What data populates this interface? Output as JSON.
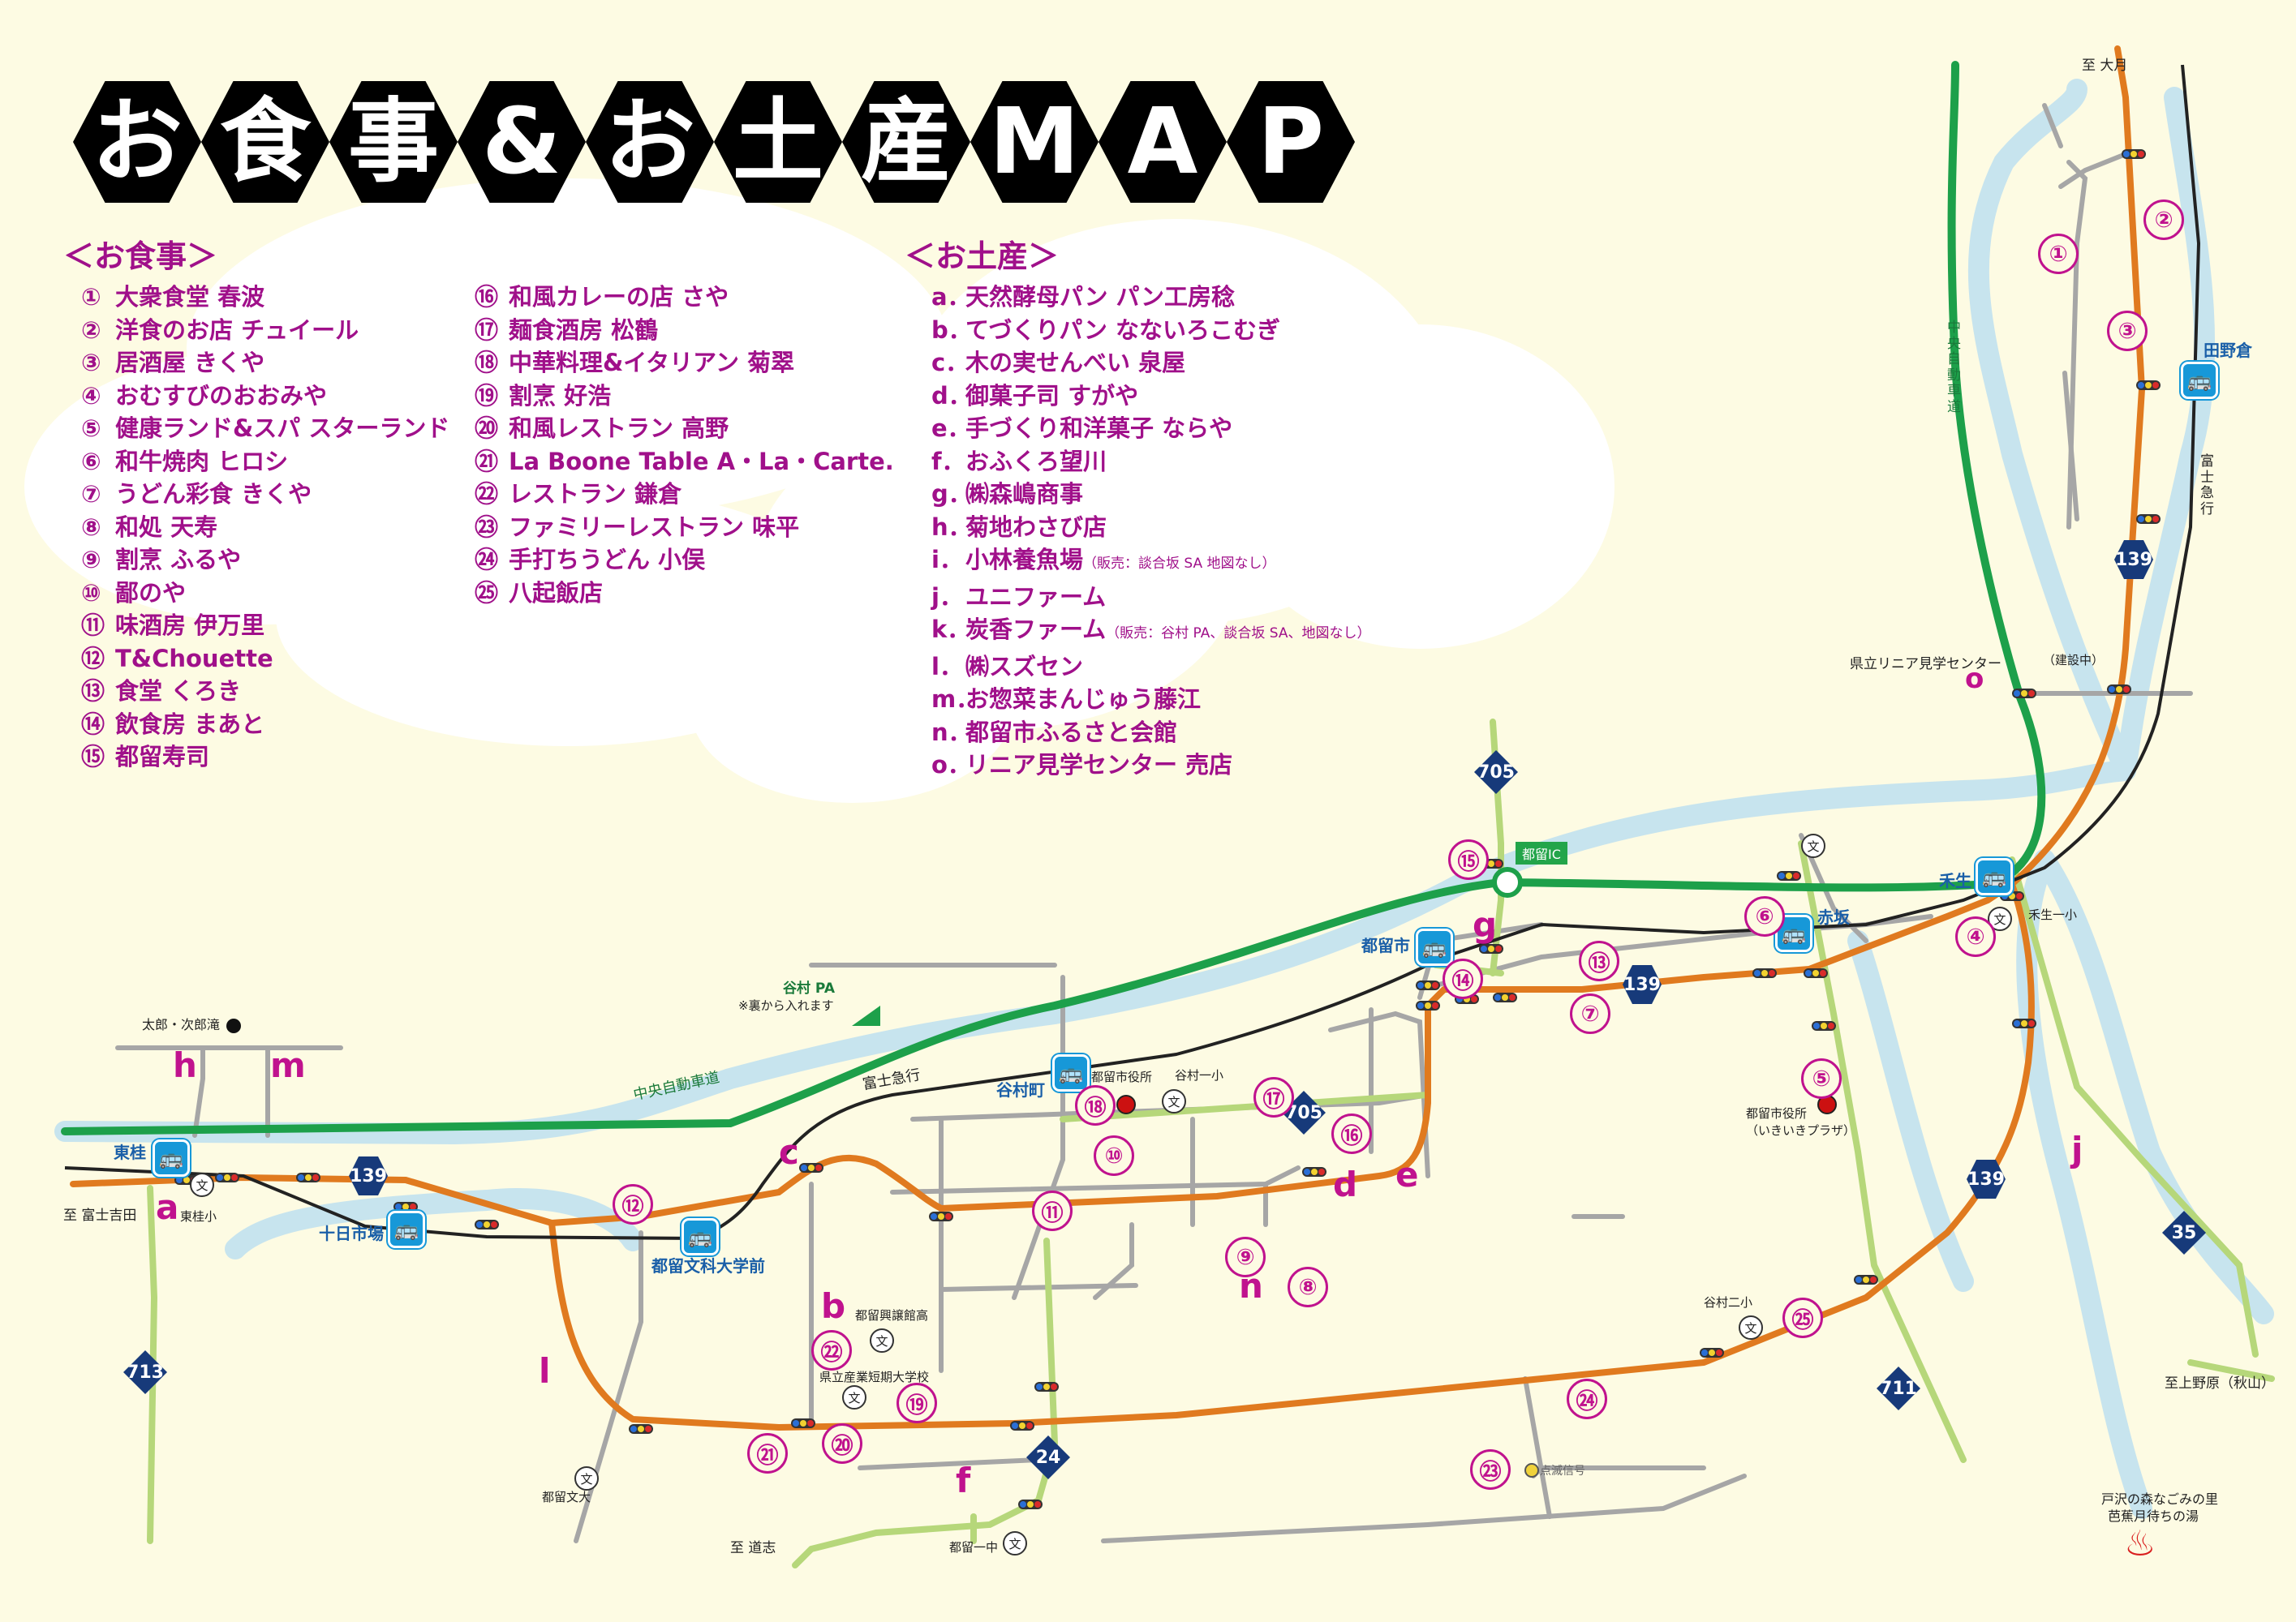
{
  "title_chars": [
    "お",
    "食",
    "事",
    "&",
    "お",
    "土",
    "産",
    "M",
    "A",
    "P"
  ],
  "meal": {
    "header": "＜お食事＞",
    "col1": [
      {
        "n": "①",
        "name": "大衆食堂 春波"
      },
      {
        "n": "②",
        "name": "洋食のお店 チュイール"
      },
      {
        "n": "③",
        "name": "居酒屋 きくや"
      },
      {
        "n": "④",
        "name": "おむすびのおおみや"
      },
      {
        "n": "⑤",
        "name": "健康ランド&スパ スターランド"
      },
      {
        "n": "⑥",
        "name": "和牛焼肉 ヒロシ"
      },
      {
        "n": "⑦",
        "name": "うどん彩食 きくや"
      },
      {
        "n": "⑧",
        "name": "和処 天寿"
      },
      {
        "n": "⑨",
        "name": "割烹 ふるや"
      },
      {
        "n": "⑩",
        "name": "鄙のや"
      },
      {
        "n": "⑪",
        "name": "味酒房 伊万里"
      },
      {
        "n": "⑫",
        "name": "T&Chouette"
      },
      {
        "n": "⑬",
        "name": "食堂 くろき"
      },
      {
        "n": "⑭",
        "name": "飲食房 まあと"
      },
      {
        "n": "⑮",
        "name": "都留寿司"
      }
    ],
    "col2": [
      {
        "n": "⑯",
        "name": "和風カレーの店 さや"
      },
      {
        "n": "⑰",
        "name": "麺食酒房 松鶴"
      },
      {
        "n": "⑱",
        "name": "中華料理&イタリアン 菊翠"
      },
      {
        "n": "⑲",
        "name": "割烹 好浩"
      },
      {
        "n": "⑳",
        "name": "和風レストラン 高野"
      },
      {
        "n": "㉑",
        "name": "La Boone Table A・La・Carte."
      },
      {
        "n": "㉒",
        "name": "レストラン 鎌倉"
      },
      {
        "n": "㉓",
        "name": "ファミリーレストラン 味平"
      },
      {
        "n": "㉔",
        "name": "手打ちうどん 小俣"
      },
      {
        "n": "㉕",
        "name": "八起飯店"
      }
    ]
  },
  "souvenir": {
    "header": "＜お土産＞",
    "items": [
      {
        "n": "a．",
        "name": "天然酵母パン パン工房稔",
        "note": ""
      },
      {
        "n": "b．",
        "name": "てづくりパン なないろこむぎ",
        "note": ""
      },
      {
        "n": "c．",
        "name": "木の実せんべい 泉屋",
        "note": ""
      },
      {
        "n": "d．",
        "name": "御菓子司 すがや",
        "note": ""
      },
      {
        "n": "e．",
        "name": "手づくり和洋菓子 ならや",
        "note": ""
      },
      {
        "n": "f．",
        "name": "おふくろ望川",
        "note": ""
      },
      {
        "n": "g．",
        "name": "㈱森嶋商事",
        "note": ""
      },
      {
        "n": "h．",
        "name": "菊地わさび店",
        "note": ""
      },
      {
        "n": "i．",
        "name": "小林養魚場",
        "note": "（販売：談合坂 SA  地図なし）"
      },
      {
        "n": "j．",
        "name": "ユニファーム",
        "note": ""
      },
      {
        "n": "k．",
        "name": "炭香ファーム",
        "note": "（販売：谷村 PA、談合坂 SA、地図なし）"
      },
      {
        "n": "l．",
        "name": "㈱スズセン",
        "note": ""
      },
      {
        "n": "m．",
        "name": "お惣菜まんじゅう藤江",
        "note": ""
      },
      {
        "n": "n．",
        "name": "都留市ふるさと会館",
        "note": ""
      },
      {
        "n": "o．",
        "name": "リニア見学センター 売店",
        "note": ""
      }
    ]
  },
  "stations": [
    "東桂",
    "十日市場",
    "都留文科大学前",
    "谷村町",
    "都留市",
    "赤坂",
    "禾生",
    "田野倉"
  ],
  "map_labels": {
    "to_otsuki": "至 大月",
    "to_fujiyoshida": "至 富士吉田",
    "to_michishi": "至 道志",
    "to_uenohara": "至上野原（秋山）",
    "chuo_expressway_v": "中央自動車道",
    "chuo_expressway_h": "中央自動車道",
    "fujikyu_v": "富士急行",
    "fujikyu_h": "富士急行",
    "tsuru_ic": "都留IC",
    "yamura_pa": "谷村 PA",
    "yamura_pa_note": "※裏から入れます",
    "taro_jiro": "太郎・次郎滝",
    "linear_center": "県立リニア見学センター",
    "under_construction": "（建設中）",
    "city_hall": "都留市役所",
    "city_hall_annex": "都留市役所",
    "city_hall_annex_sub": "（いきいきプラザ）",
    "kokuritsu_school": "都留興譲館高",
    "sangyo_college": "県立産業短期大学校",
    "tsuru_bunkadai": "都留文大",
    "yamura_1sho": "谷村一小",
    "yamura_2sho": "谷村二小",
    "tsuru_1chu": "都留一中",
    "kase_1sho": "禾生一小",
    "higashikatsura_sho": "東桂小",
    "blinking_signal": "点滅信号",
    "onsen_line1": "戸沢の森なごみの里",
    "onsen_line2": "芭蕉月待ちの湯",
    "route_139": "139",
    "route_705": "705",
    "route_713": "713",
    "route_24": "24",
    "route_711": "711",
    "route_35": "35",
    "school_mark": "文",
    "onsen_mark": "♨",
    "bus_mark": "🚌",
    "o_mark": "o"
  },
  "map_markers": {
    "nums": [
      "①",
      "②",
      "③",
      "④",
      "⑤",
      "⑥",
      "⑦",
      "⑧",
      "⑨",
      "⑩",
      "⑪",
      "⑫",
      "⑬",
      "⑭",
      "⑮",
      "⑯",
      "⑰",
      "⑱",
      "⑲",
      "⑳",
      "㉑",
      "㉒",
      "㉓",
      "㉔",
      "㉕"
    ],
    "letters": [
      "a",
      "b",
      "c",
      "d",
      "e",
      "f",
      "g",
      "h",
      "j",
      "l",
      "m",
      "n"
    ]
  },
  "colors": {
    "background": "#fdfbe3",
    "cloud": "#ffffff",
    "river": "#c7e4ee",
    "expressway": "#1da04a",
    "route139": "#e07a1f",
    "railway": "#222222",
    "local_road": "#9e9e9e",
    "green_road": "#b6d77a",
    "marker": "#c0128e",
    "title_hex": "#000000",
    "shield": "#173a7a",
    "station": "#1798d8"
  }
}
